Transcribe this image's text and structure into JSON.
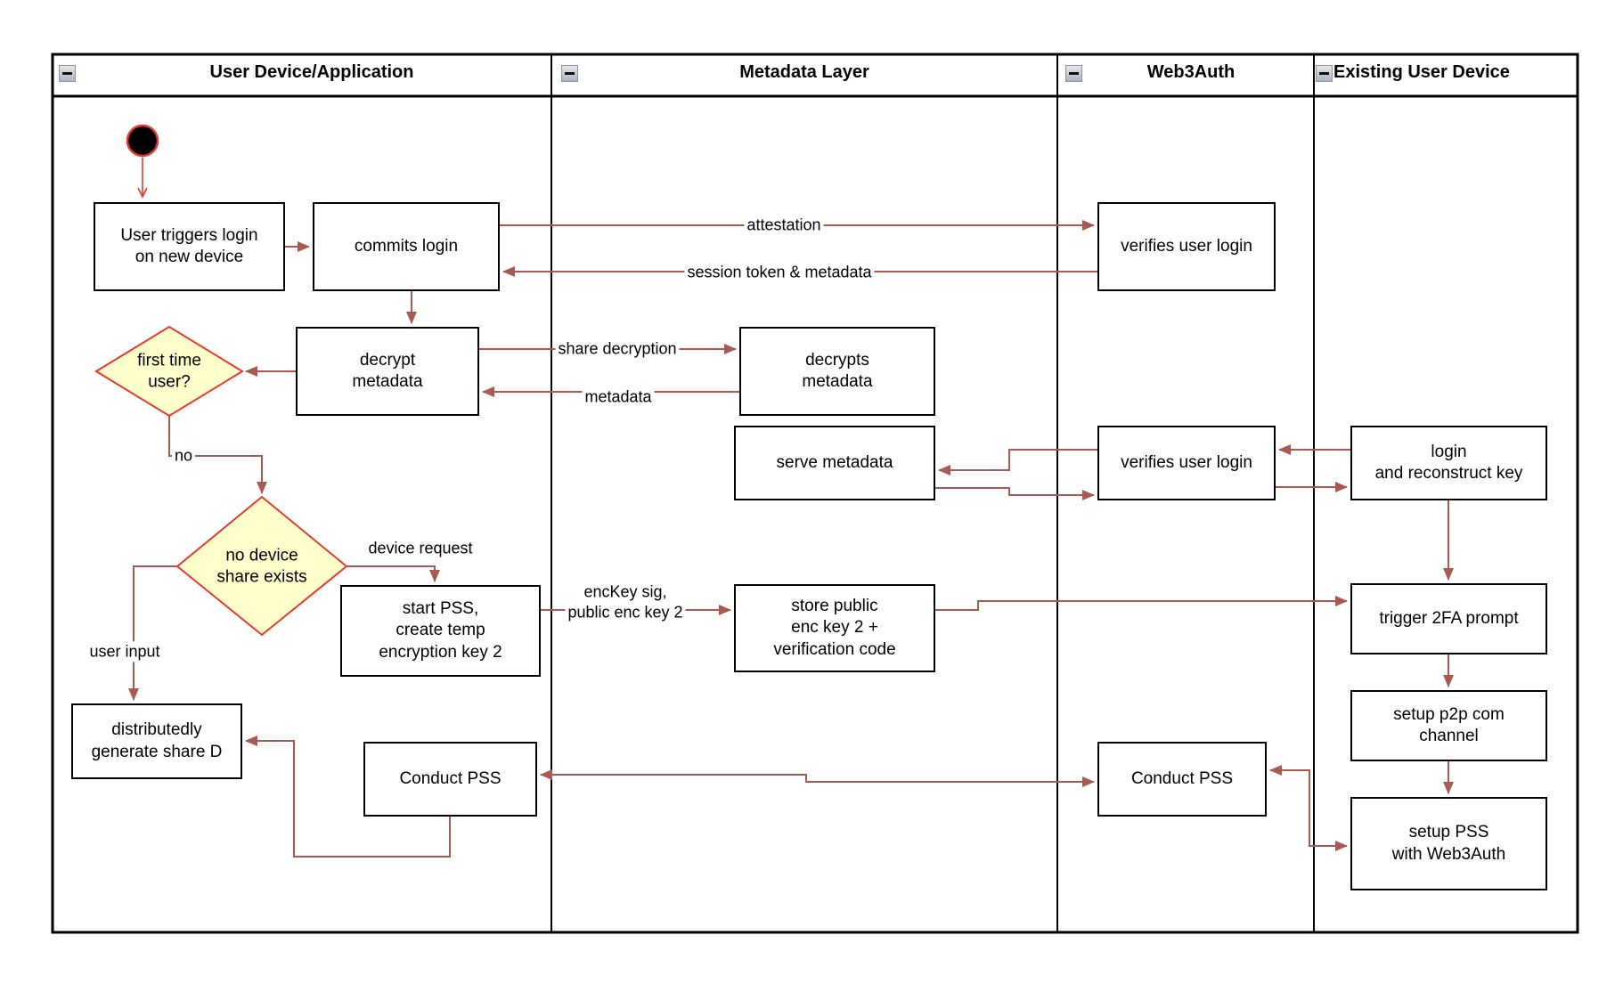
{
  "diagram": {
    "lanes": [
      {
        "title": "User Device/Application"
      },
      {
        "title": "Metadata Layer"
      },
      {
        "title": "Web3Auth"
      },
      {
        "title": "Existing User Device"
      }
    ],
    "nodes": {
      "user_triggers": "User triggers login\non new device",
      "commits_login": "commits login",
      "verifies_login_top": "verifies user login",
      "decrypt_metadata": "decrypt\nmetadata",
      "decrypts_metadata": "decrypts\nmetadata",
      "first_time_user": "first time\nuser?",
      "no_device_share": "no device\nshare exists",
      "start_pss": "start PSS,\ncreate temp\nencryption key 2",
      "store_public": "store public\nenc key 2 +\nverification code",
      "serve_metadata": "serve metadata",
      "verifies_login_mid": "verifies user login",
      "login_reconstruct": "login\nand reconstruct key",
      "trigger_2fa": "trigger 2FA prompt",
      "setup_p2p": "setup p2p com\nchannel",
      "setup_pss": "setup PSS\nwith Web3Auth",
      "conduct_pss_user": "Conduct PSS",
      "conduct_pss_web3": "Conduct PSS",
      "generate_share": "distributedly\ngenerate share D"
    },
    "edge_labels": {
      "attestation": "attestation",
      "session_token": "session token & metadata",
      "share_decryption": "share decryption",
      "metadata": "metadata",
      "no": "no",
      "device_request": "device request",
      "user_input": "user input",
      "enckey": "encKey sig,\npublic enc key 2"
    },
    "colors": {
      "connector": "#A85A52",
      "decision_border": "#E8392E",
      "decision_fill": "#FFFFCC",
      "node_border": "#000000",
      "node_fill": "#FFFFFF"
    }
  }
}
